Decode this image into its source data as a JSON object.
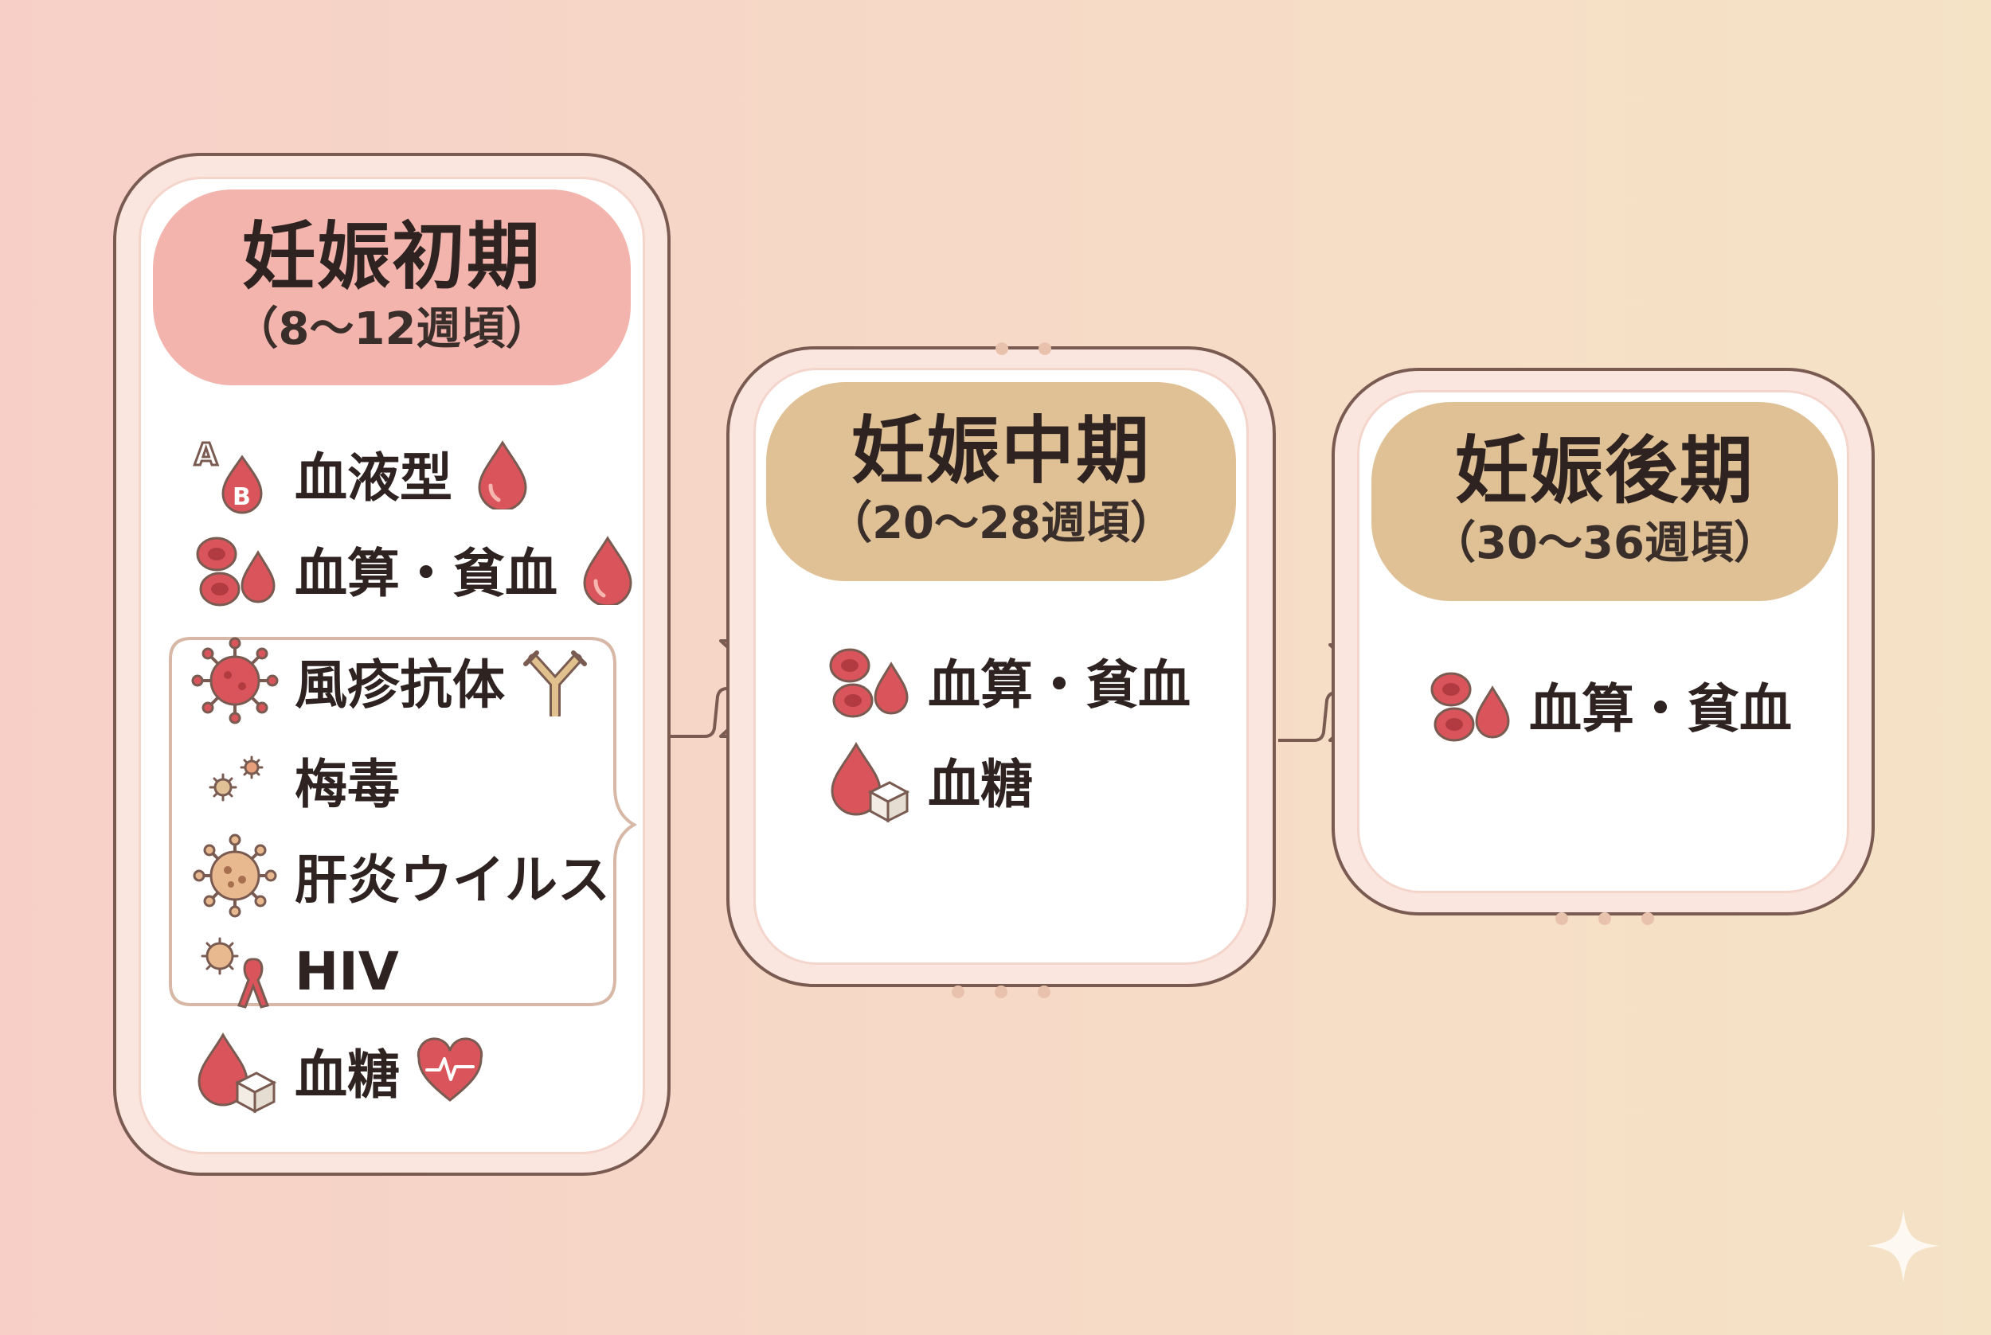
{
  "stages": [
    {
      "title": "妊娠初期",
      "weeks": "（8〜12週頃）",
      "items": [
        "血液型",
        "血算・貧血",
        "風疹抗体",
        "梅毒",
        "肝炎ウイルス",
        "HIV",
        "血糖"
      ]
    },
    {
      "title": "妊娠中期",
      "weeks": "（20〜28週頃）",
      "items": [
        "血算・貧血",
        "血糖"
      ]
    },
    {
      "title": "妊娠後期",
      "weeks": "（30〜36週頃）",
      "items": [
        "血算・貧血"
      ]
    }
  ],
  "colors": {
    "early_header": "#f2b4ad",
    "mid_header": "#dfc195",
    "late_header": "#dfc195",
    "blood_red": "#d9555b",
    "outline": "#7a5b52",
    "arrow_early": "#e78c8c",
    "arrow_late": "#dca77e"
  }
}
